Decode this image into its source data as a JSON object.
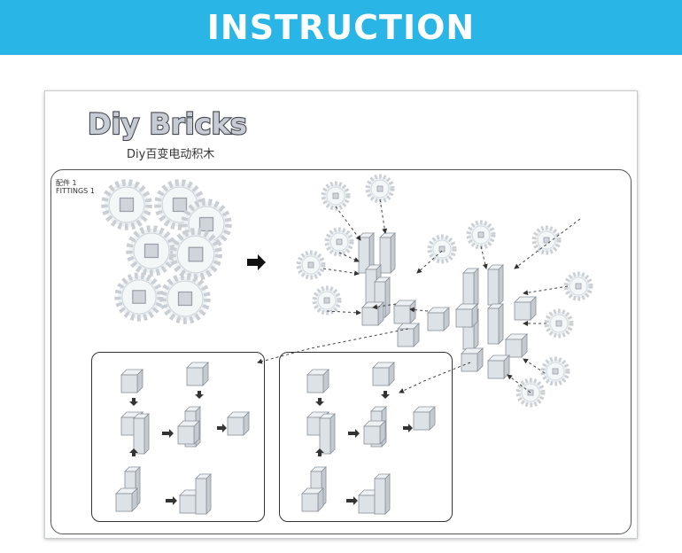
{
  "banner": {
    "title": "INSTRUCTION"
  },
  "manual": {
    "logo_text": "Diy Bricks",
    "subtitle": "Diy百变电动积木",
    "fittings_cn": "配件 1",
    "fittings_en": "FITTINGS 1"
  },
  "colors": {
    "banner": "#29b6e6",
    "gear": "#eef2f4",
    "brick": "#dde2e6",
    "logo_fill": "#c7ccd4",
    "logo_stroke": "#454a52"
  },
  "icons": [
    "arrow-right-icon",
    "gear-icon",
    "cube-icon"
  ]
}
